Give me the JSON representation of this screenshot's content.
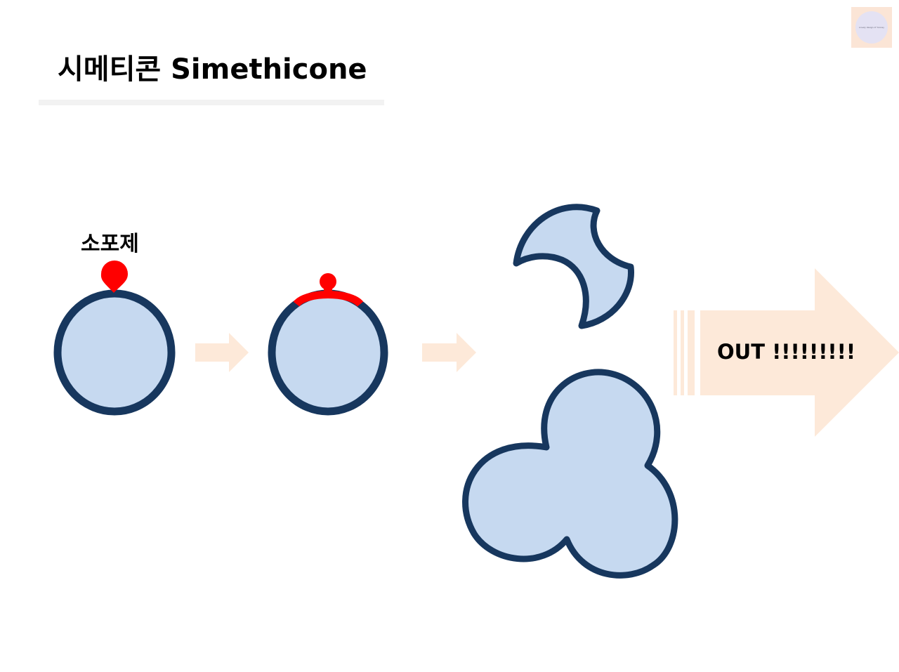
{
  "title": "시메티콘 Simethicone",
  "antifoam_label": "소포제",
  "out_label": "OUT !!!!!!!!!",
  "logo_text": "Lovely design of Yooney",
  "colors": {
    "bubble_fill": "#c6d9f0",
    "bubble_stroke": "#17375e",
    "antifoam": "#ff0000",
    "arrow": "#fde9d9",
    "title_rule": "#f2f2f2"
  },
  "icons": {
    "small_arrow": "right-arrow",
    "large_arrow": "striped-right-arrow"
  }
}
